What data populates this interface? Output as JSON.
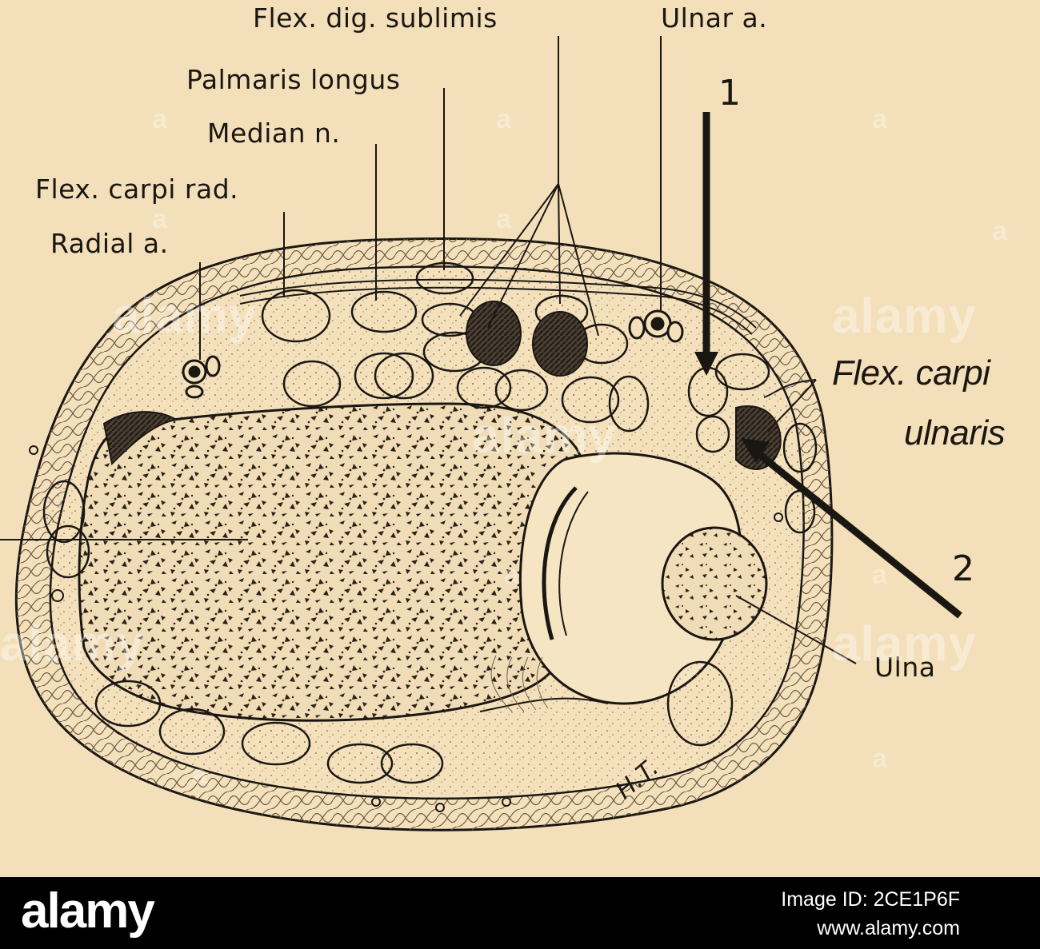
{
  "figure": {
    "labels": {
      "flex_dig_sublimis": "Flex. dig. sublimis",
      "ulnar_a": "Ulnar a.",
      "palmaris_longus": "Palmaris longus",
      "median_n": "Median n.",
      "flex_carpi_rad": "Flex. carpi rad.",
      "radial_a": "Radial a.",
      "flex_carpi_ulnaris_1": "Flex. carpi",
      "flex_carpi_ulnaris_2": "ulnaris",
      "ulna": "Ulna",
      "arrow_1": "1",
      "arrow_2": "2",
      "signature": "H.T."
    },
    "watermark": "alamy"
  },
  "footer": {
    "logo": "alamy",
    "image_id": "Image ID: 2CE1P6F",
    "url": "www.alamy.com"
  }
}
